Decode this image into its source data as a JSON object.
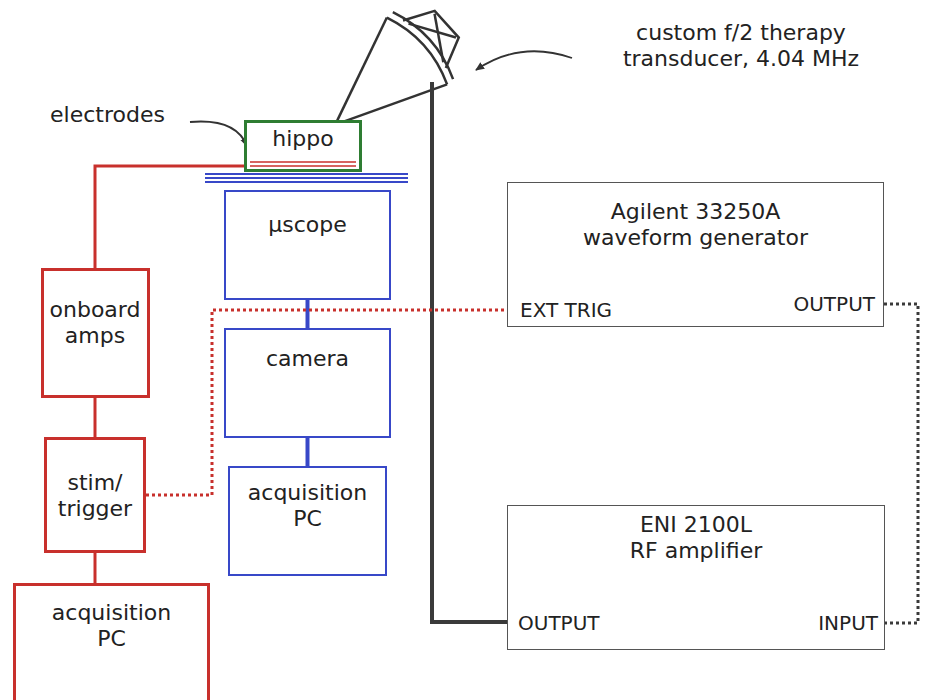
{
  "diagram": {
    "nodes": [
      {
        "text": [
          "hippo"
        ]
      },
      {
        "text": [
          "µscope"
        ]
      },
      {
        "text": [
          "camera"
        ]
      },
      {
        "text": [
          "acquisition PC"
        ]
      },
      {
        "text": [
          "onboard amps"
        ]
      },
      {
        "text": [
          "stim/ trigger"
        ]
      },
      {
        "text": [
          "acquisition PC"
        ]
      },
      {
        "text": [
          "Agilent 33250A waveform generator",
          "EXT TRIG",
          "OUTPUT"
        ]
      },
      {
        "text": [
          "ENI 2100L RF amplifier",
          "OUTPUT",
          "INPUT"
        ]
      }
    ],
    "edges": [
      {
        "from": 0,
        "to": 4,
        "arrow": "none"
      },
      {
        "from": 4,
        "to": 5,
        "arrow": "none"
      },
      {
        "from": 5,
        "to": 6,
        "arrow": "none"
      },
      {
        "from": 1,
        "to": 2,
        "arrow": "none"
      },
      {
        "from": 2,
        "to": 3,
        "arrow": "none"
      },
      {
        "from": 5,
        "to": 7,
        "arrow": "none"
      },
      {
        "from": 7,
        "to": 8,
        "arrow": "none"
      }
    ],
    "labels": [
      "custom f/2 therapy transducer, 4.04 MHz",
      "electrodes"
    ]
  }
}
